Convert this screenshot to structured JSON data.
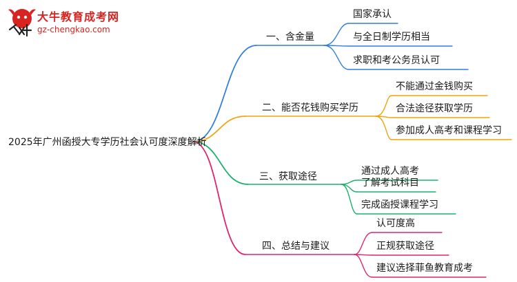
{
  "logo": {
    "title": "大牛教育成考网",
    "url": "gz-chengkao.com"
  },
  "root": {
    "label": "2025年广州函授大专学历社会认可度深度解析"
  },
  "branches": [
    {
      "label": "一、含金量",
      "color": "#2f7fe0",
      "children": [
        "国家承认",
        "与全日制学历相当",
        "求职和考公务员认可"
      ]
    },
    {
      "label": "二、能否花钱购买学历",
      "color": "#f0a30a",
      "children": [
        "不能通过金钱购买",
        "合法途径获取学历",
        "参加成人高考和课程学习"
      ]
    },
    {
      "label": "三、获取途径",
      "color": "#19b36b",
      "children": [
        "通过成人高考",
        "了解考试科目",
        "完成函授课程学习"
      ]
    },
    {
      "label": "四、总结与建议",
      "color": "#e0246e",
      "children": [
        "认可度高",
        "正规获取途径",
        "建议选择菲鱼教育成考"
      ]
    }
  ]
}
